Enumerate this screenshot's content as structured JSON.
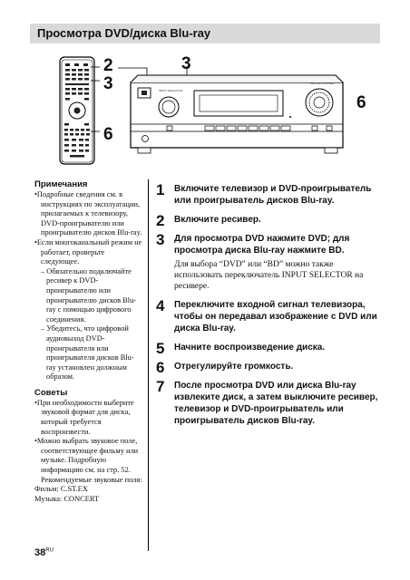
{
  "header": {
    "title": "Просмотра DVD/диска Blu-ray"
  },
  "illustration": {
    "callouts": [
      "2",
      "3",
      "6",
      "3",
      "6"
    ]
  },
  "notes": {
    "heading": "Примечания",
    "items": [
      "•Подробные сведения см. в инструкциях по эксплуатации, прилагаемых к телевизору, DVD-проигрывателю или проигрывателю дисков Blu-ray.",
      "•Если многоканальный режим не работает, проверьте следующее.",
      "– Обязательно подключайте ресивер к DVD-проигрывателю или проигрывателю дисков Blu-ray с помощью цифрового соединения.",
      "– Убедитесь, что цифровой аудиовыход DVD-проигрывателя или проигрывателя дисков Blu-ray установлен должным образом."
    ]
  },
  "tips": {
    "heading": "Советы",
    "items": [
      "•При необходимости выберите звуковой формат для диска, который требуется воспроизвести.",
      "•Можно выбрать звуковое поле, соответствующее фильму или музыке. Подробную информацию см. на стр. 52. Рекомендуемые звуковые поля:",
      "Фильм: C.ST.EX",
      "Музыка: CONCERT"
    ]
  },
  "steps": [
    {
      "num": "1",
      "text": "Включите телевизор и DVD-проигрыватель или проигрыватель дисков Blu-ray.",
      "note": ""
    },
    {
      "num": "2",
      "text": "Включите ресивер.",
      "note": ""
    },
    {
      "num": "3",
      "text": "Для просмотра DVD нажмите DVD; для просмотра диска Blu-ray нажмите BD.",
      "note": "Для выбора “DVD” или “BD” можно также использовать переключатель INPUT SELECTOR на ресивере."
    },
    {
      "num": "4",
      "text": "Переключите входной сигнал телевизора, чтобы он передавал изображение с DVD или диска Blu-ray.",
      "note": ""
    },
    {
      "num": "5",
      "text": "Начните воспроизведение диска.",
      "note": ""
    },
    {
      "num": "6",
      "text": "Отрегулируйте громкость.",
      "note": ""
    },
    {
      "num": "7",
      "text": "После просмотра DVD или диска Blu-ray извлеките диск, а затем выключите ресивер, телевизор и DVD-проигрыватель или проигрыватель дисков Blu-ray.",
      "note": ""
    }
  ],
  "footer": {
    "page": "38",
    "lang": "RU"
  }
}
